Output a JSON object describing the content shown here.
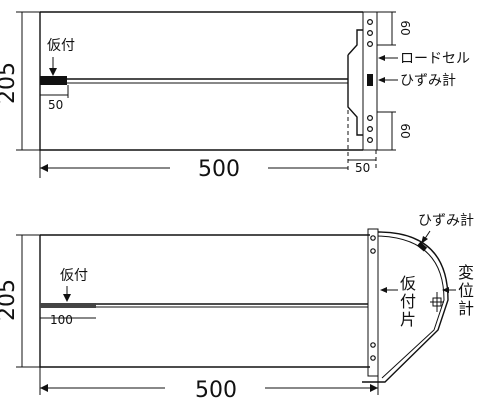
{
  "top": {
    "dim_height": "205",
    "dim_length": "500",
    "tack_label": "仮付",
    "tack_len": "50",
    "right_gap": "50",
    "upper_end": "60",
    "lower_end": "60",
    "load_cell": "ロードセル",
    "strain_gauge": "ひずみ計"
  },
  "bottom": {
    "dim_height": "205",
    "dim_length": "500",
    "tack_label": "仮付",
    "tack_len": "100",
    "tack_piece": [
      "仮",
      "付",
      "片"
    ],
    "strain_gauge": "ひずみ計",
    "displacement": [
      "変",
      "位",
      "計"
    ]
  }
}
